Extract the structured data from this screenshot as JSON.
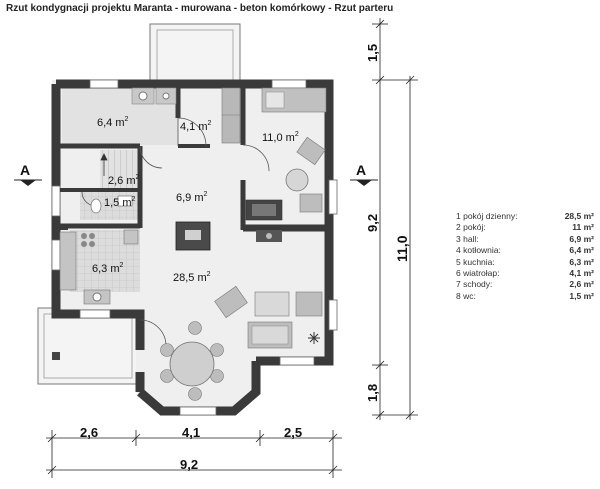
{
  "title": "Rzut kondygnacji projektu Maranta - murowana - beton komórkowy - Rzut parteru",
  "rooms": [
    {
      "label": "6,4 m",
      "sup": "2"
    },
    {
      "label": "4,1 m",
      "sup": "2"
    },
    {
      "label": "11,0 m",
      "sup": "2"
    },
    {
      "label": "2,6 m",
      "sup": "2"
    },
    {
      "label": "6,9 m",
      "sup": "2"
    },
    {
      "label": "1,5 m",
      "sup": "2"
    },
    {
      "label": "6,3 m",
      "sup": "2"
    },
    {
      "label": "28,5 m",
      "sup": "2"
    }
  ],
  "section_marks": {
    "left": "A",
    "right": "A"
  },
  "dimensions": {
    "bottom": [
      "2,6",
      "4,1",
      "2,5"
    ],
    "bottom_total": "9,2",
    "right_outer": "11,0",
    "right_inner": [
      "1,5",
      "9,2",
      "1,8"
    ]
  },
  "legend": [
    {
      "name": "1 pokój dzienny:",
      "value": "28,5 m²"
    },
    {
      "name": "2 pokój:",
      "value": "11 m²"
    },
    {
      "name": "3 hall:",
      "value": "6,9 m²"
    },
    {
      "name": "4 kotłownia:",
      "value": "6,4 m²"
    },
    {
      "name": "5 kuchnia:",
      "value": "6,3 m²"
    },
    {
      "name": "6 wiatrołap:",
      "value": "4,1 m²"
    },
    {
      "name": "7 schody:",
      "value": "2,6 m²"
    },
    {
      "name": "8 wc:",
      "value": "1,5 m²"
    }
  ],
  "colors": {
    "wall": "#3a3a3a",
    "floor": "#eeeeee",
    "furniture": "#b9b9b9",
    "tile": "#d8d8d8"
  }
}
